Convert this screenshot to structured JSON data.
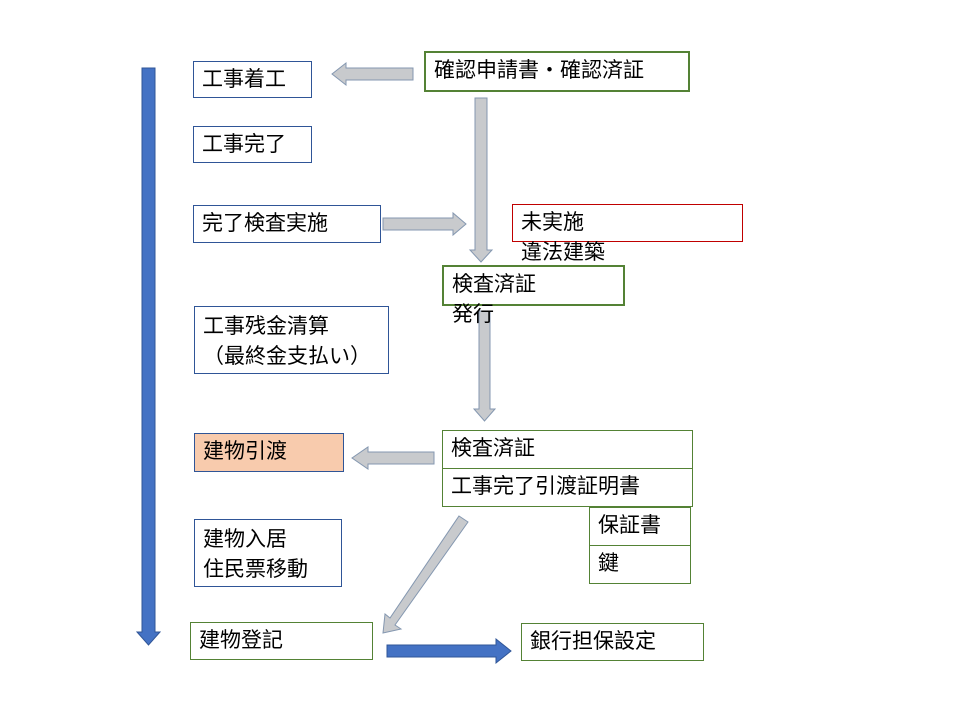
{
  "nodes": {
    "construction_start": "工事着工",
    "construction_complete": "工事完了",
    "completion_inspection": "完了検査実施",
    "final_payment": [
      "工事残金清算",
      "（最終金支払い）"
    ],
    "building_handover": "建物引渡",
    "move_in": [
      "建物入居",
      "住民票移動"
    ],
    "building_registration": "建物登記",
    "confirmation_application": "確認申請書・確認済証",
    "not_inspected": [
      "未実施",
      "違法建築"
    ],
    "inspection_certificate_issued": [
      "検査済証",
      "発行"
    ],
    "inspection_certificate": "検査済証",
    "completion_handover_certificate": "工事完了引渡証明書",
    "warranty": "保証書",
    "keys": "鍵",
    "bank_collateral": "銀行担保設定"
  },
  "colors": {
    "timeline_arrow": "#4472c4",
    "gray_arrow_fill": "#c8cacd",
    "gray_arrow_stroke": "#8497b0",
    "blue_border": "#2f5597",
    "green_border": "#548235",
    "red_border": "#c00000",
    "handover_fill": "#f8cbad"
  }
}
